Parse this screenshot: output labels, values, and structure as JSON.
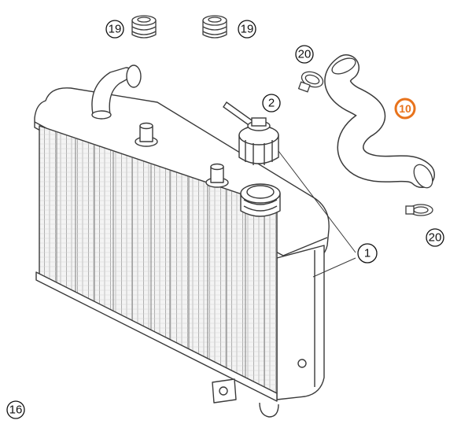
{
  "diagram": {
    "callouts": [
      {
        "id": "c19a",
        "label": "19"
      },
      {
        "id": "c19b",
        "label": "19"
      },
      {
        "id": "c20a",
        "label": "20"
      },
      {
        "id": "c2",
        "label": "2"
      },
      {
        "id": "c10",
        "label": "10",
        "highlighted": true
      },
      {
        "id": "c1",
        "label": "1"
      },
      {
        "id": "c20b",
        "label": "20"
      },
      {
        "id": "c16",
        "label": "16"
      }
    ],
    "colors": {
      "line": "#3a3a3a",
      "highlight": "#e8731c",
      "fill": "#ffffff",
      "core_fill": "#f0f0f0"
    }
  }
}
